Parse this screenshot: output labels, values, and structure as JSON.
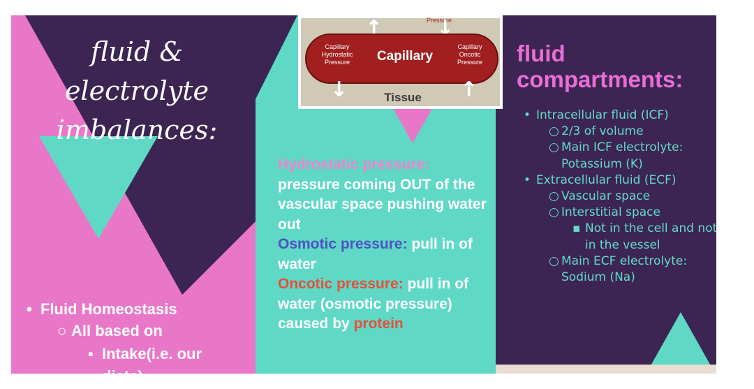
{
  "left_panel": {
    "title_line1": "fluid & electrolyte",
    "title_line2": "imbalances:",
    "bullets": [
      {
        "text": "Fluid Homeostasis",
        "marker": "•"
      },
      {
        "text": "All based on",
        "marker": "○"
      },
      {
        "text": "Intake(i.e. our",
        "marker": "▪"
      },
      {
        "text": "diets)",
        "marker": ""
      }
    ]
  },
  "capillary_image": {
    "top_label": "Pressure",
    "left_label": "Capillary Hydrostatic Pressure",
    "center_label": "Capillary",
    "right_label": "Capillary Oncotic Pressure",
    "bottom_label": "Tissue"
  },
  "middle_panel": {
    "hydrostatic_term": "Hydrostatic pressure:",
    "hydrostatic_def": " pressure coming OUT of the vascular space pushing water out",
    "osmotic_term": "Osmotic pressure:",
    "osmotic_def": " pull in of water",
    "oncotic_term": "Oncotic pressure:",
    "oncotic_def": " pull in of water (osmotic pressure) caused by ",
    "oncotic_protein": "protein"
  },
  "right_panel": {
    "heading_line1": "fluid",
    "heading_line2": "compartments:",
    "items": [
      {
        "level": 1,
        "text": "Intracellular fluid (ICF)"
      },
      {
        "level": 2,
        "text": "2/3 of volume"
      },
      {
        "level": 2,
        "text": "Main ICF electrolyte: Potassium (K)"
      },
      {
        "level": 1,
        "text": "Extracellular fluid (ECF)"
      },
      {
        "level": 2,
        "text": "Vascular space"
      },
      {
        "level": 2,
        "text": "Interstitial space"
      },
      {
        "level": 3,
        "text": "Not in the cell and not in the vessel"
      },
      {
        "level": 2,
        "text": "Main ECF electrolyte: Sodium (Na)"
      }
    ]
  },
  "colors": {
    "pink": "#e977c8",
    "teal": "#5fd8c6",
    "dark_purple": "#3c2552",
    "osmotic_blue": "#4e53c2",
    "oncotic_red": "#e3503c"
  }
}
